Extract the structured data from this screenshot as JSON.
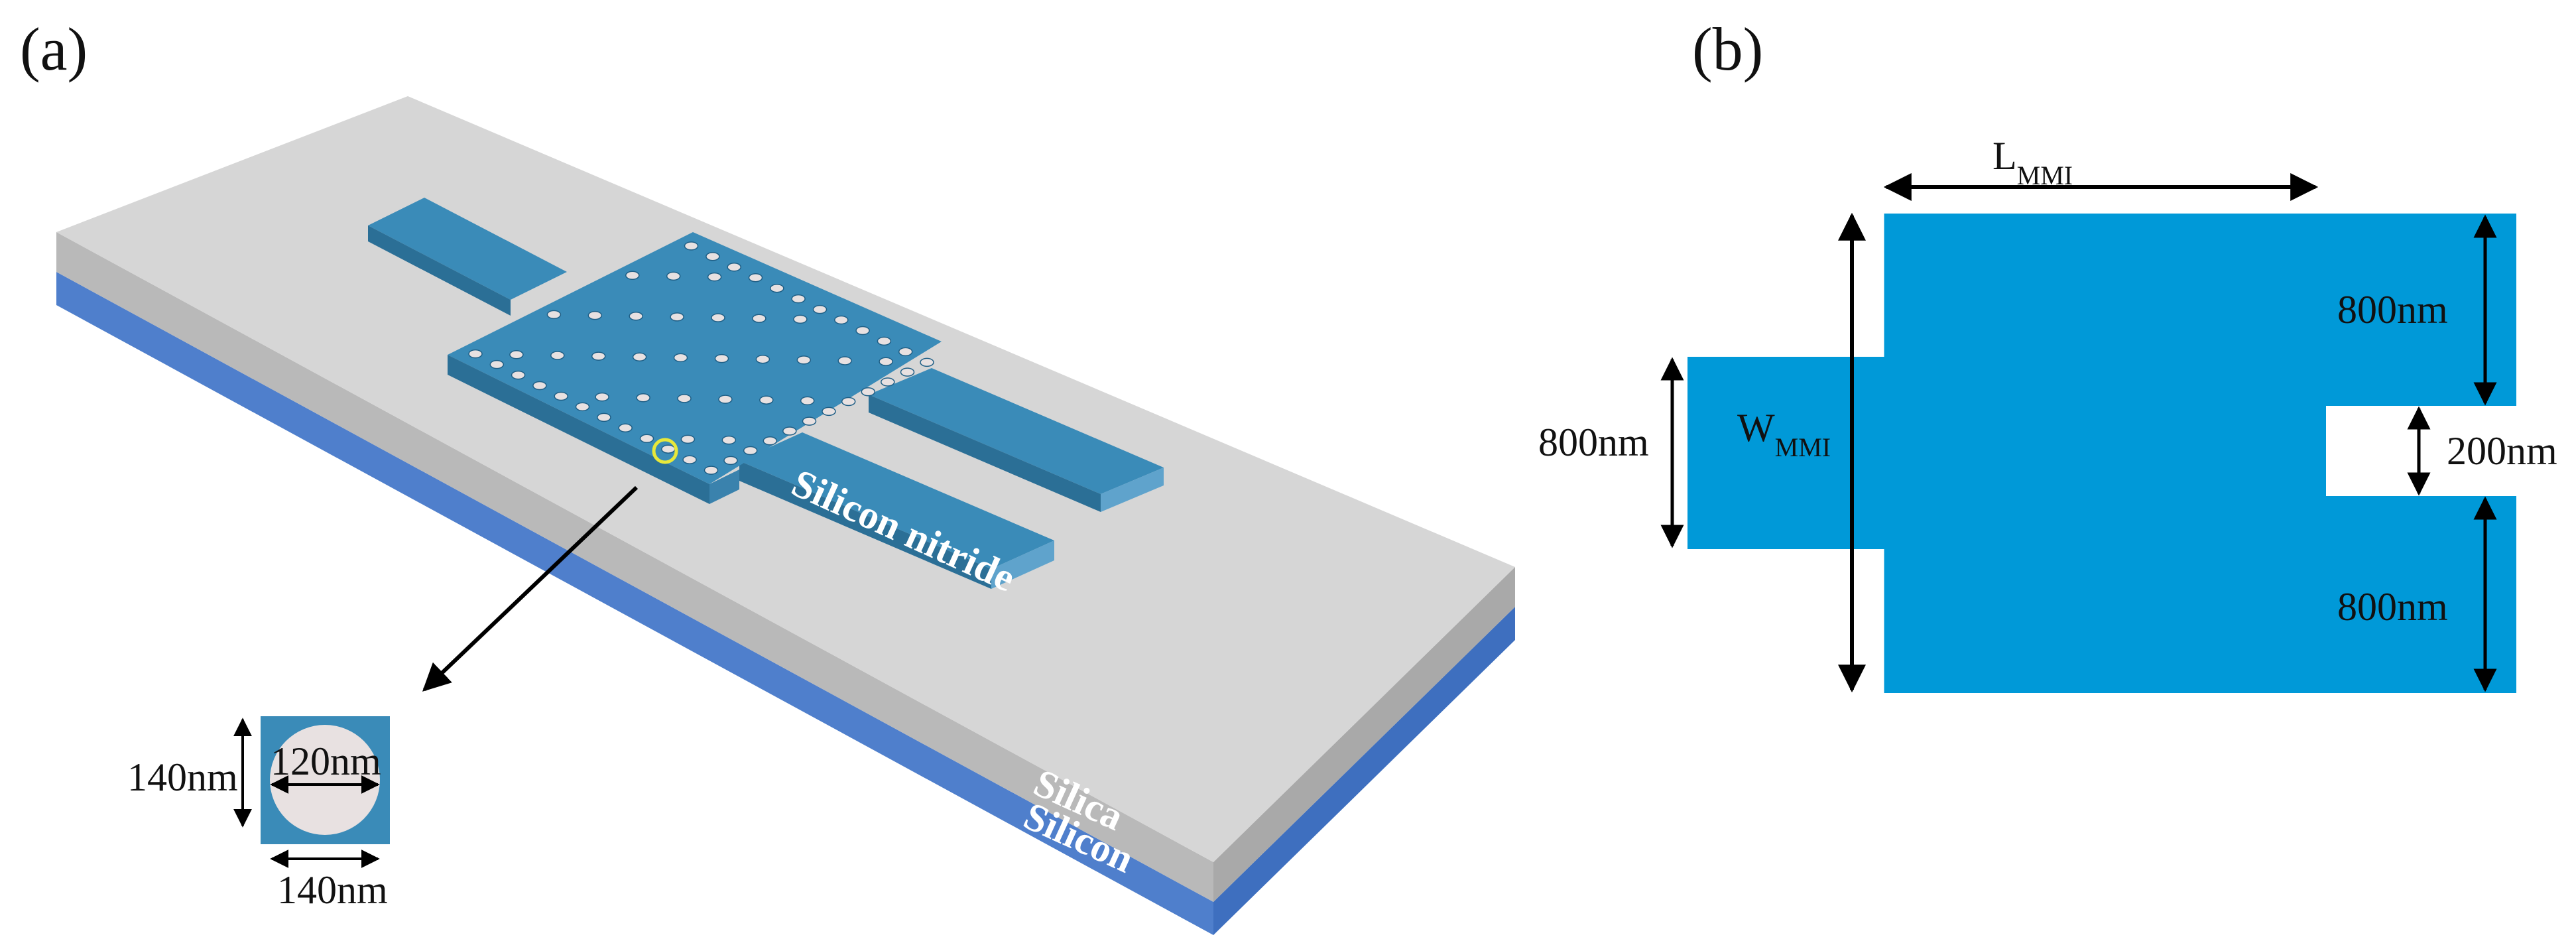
{
  "panel_a": {
    "label": "(a)",
    "materials": {
      "nitride": "Silicon nitride",
      "silica": "Silica",
      "silicon": "Silicon"
    },
    "inset": {
      "height": "140nm",
      "width": "140nm",
      "diameter": "120nm"
    }
  },
  "panel_b": {
    "label": "(b)",
    "length_symbol": "L",
    "length_sub": "MMI",
    "width_symbol": "W",
    "width_sub": "MMI",
    "input_width": "800nm",
    "output_top_width": "800nm",
    "gap": "200nm",
    "output_bottom_width": "800nm"
  },
  "colors": {
    "device_blue": "#3a8bb8",
    "mmi_blue": "#0099d8",
    "silica_top": "#d6d6d6",
    "silicon_side": "#4f7fcc",
    "hole_fill": "#e8e1e1",
    "highlight_ring": "#e8e83a"
  }
}
